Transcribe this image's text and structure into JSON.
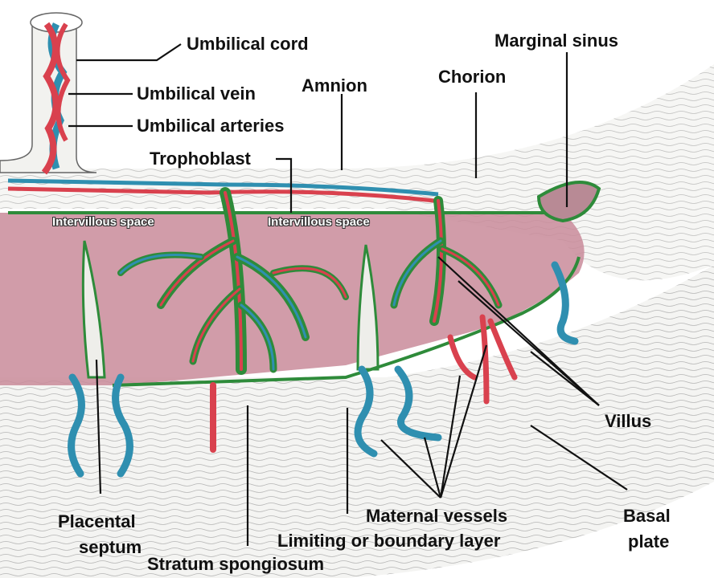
{
  "labels": {
    "umbilical_cord": "Umbilical cord",
    "marginal_sinus": "Marginal sinus",
    "umbilical_vein": "Umbilical vein",
    "amnion": "Amnion",
    "chorion": "Chorion",
    "umbilical_arteries": "Umbilical arteries",
    "trophoblast": "Trophoblast",
    "intervillous_space_left": "Intervillous space",
    "intervillous_space_right": "Intervillous space",
    "villus": "Villus",
    "placental_septum_line1": "Placental",
    "placental_septum_line2": "septum",
    "maternal_vessels": "Maternal vessels",
    "limiting_layer": "Limiting or boundary layer",
    "basal_plate_line1": "Basal",
    "basal_plate_line2": "plate",
    "stratum_spongiosum": "Stratum spongiosum"
  },
  "colors": {
    "artery_red": "#d9414e",
    "vein_blue": "#2f8fb0",
    "villus_green": "#2e8b3a",
    "intervillous_pink": "#c98b9a",
    "tissue_line": "#8a8a8a",
    "trophoblast_yellow": "#e8e070"
  }
}
